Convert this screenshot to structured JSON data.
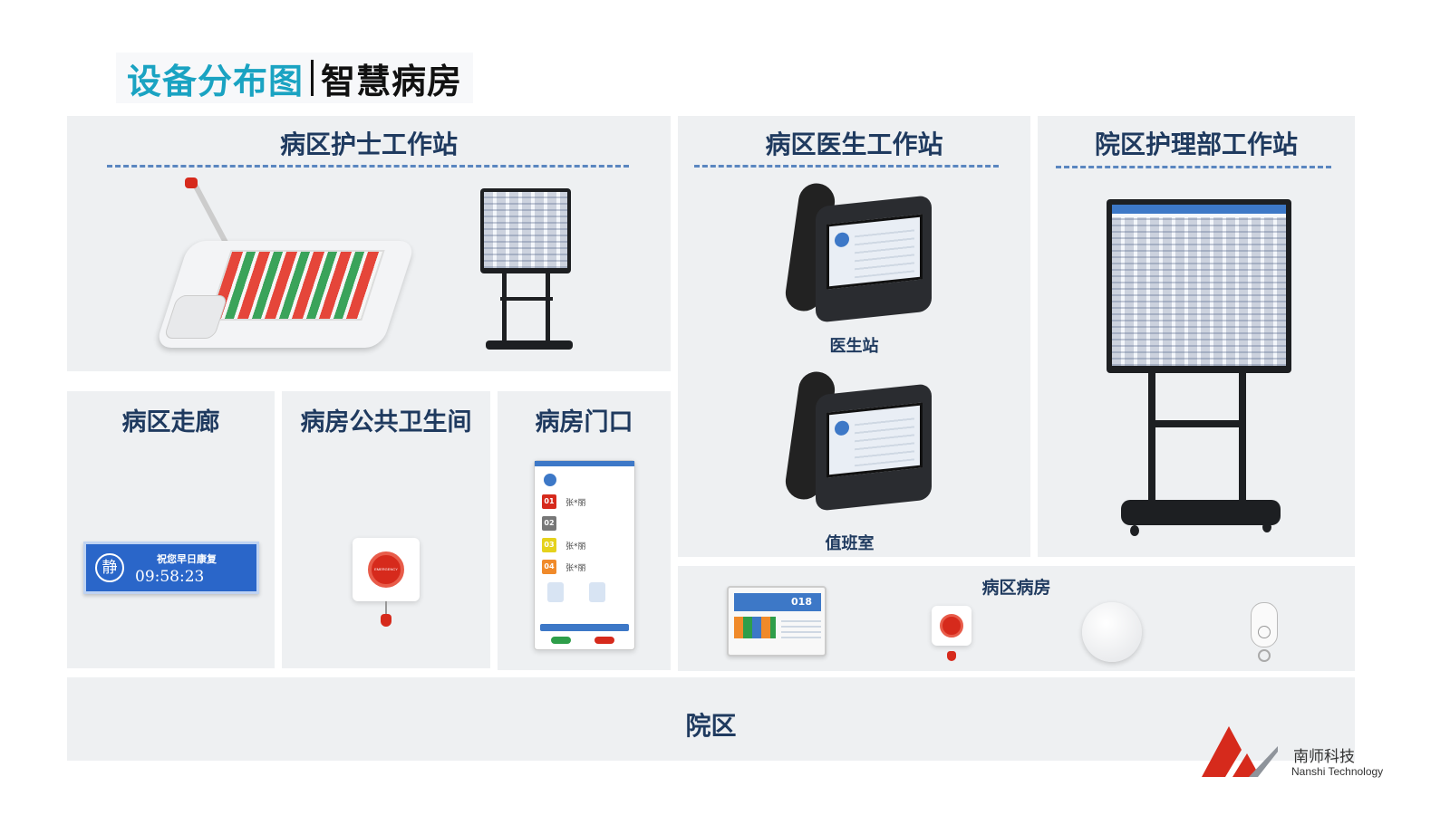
{
  "title": {
    "part1": "设备分布图",
    "part2": "智慧病房"
  },
  "panels": {
    "nurse_station": {
      "title": "病区护士工作站"
    },
    "doctor_station": {
      "title": "病区医生工作站",
      "captions": [
        "医生站",
        "值班室"
      ]
    },
    "nursing_dept": {
      "title": "院区护理部工作站"
    },
    "corridor": {
      "title": "病区走廊",
      "display_text": "祝您早日康复",
      "display_time": "09:58:23",
      "display_icon": "静"
    },
    "toilet": {
      "title": "病房公共卫生间",
      "button_text": "EMERGENCY"
    },
    "door": {
      "title": "病房门口",
      "beds": [
        "01",
        "02",
        "03",
        "04"
      ],
      "bed_names": [
        "张*丽",
        "",
        "张*丽",
        "张*丽"
      ]
    },
    "ward": {
      "title": "病区病房",
      "bedside_bed": "018"
    },
    "campus": {
      "title": "院区"
    }
  },
  "logo": {
    "name": "南师科技",
    "subtitle": "Nanshi Technology"
  },
  "colors": {
    "accent": "#1aa3c2",
    "heading": "#1f3a5f",
    "dash": "#5a86c0",
    "brand_red": "#d62a1c"
  }
}
